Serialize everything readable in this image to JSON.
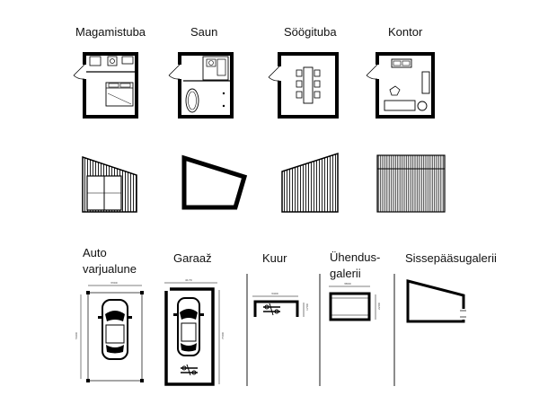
{
  "labels": {
    "magamistuba": "Magamistuba",
    "saun": "Saun",
    "sooogituba": "Söögituba",
    "kontor": "Kontor",
    "auto_line1": "Auto",
    "auto_line2": "varjualune",
    "garaaz": "Garaaž",
    "kuur": "Kuur",
    "uhendus_line1": "Ühendus-",
    "uhendus_line2": "galerii",
    "sissepaas": "Sissepääsugalerii"
  },
  "dimensions": {
    "carport_width": "3300",
    "carport_depth": "5600",
    "garage_width": "4170",
    "garage_depth": "7300",
    "shed_width": "3400",
    "shed_depth": "1700",
    "gallery_width": "3800",
    "gallery_depth": "2200"
  }
}
